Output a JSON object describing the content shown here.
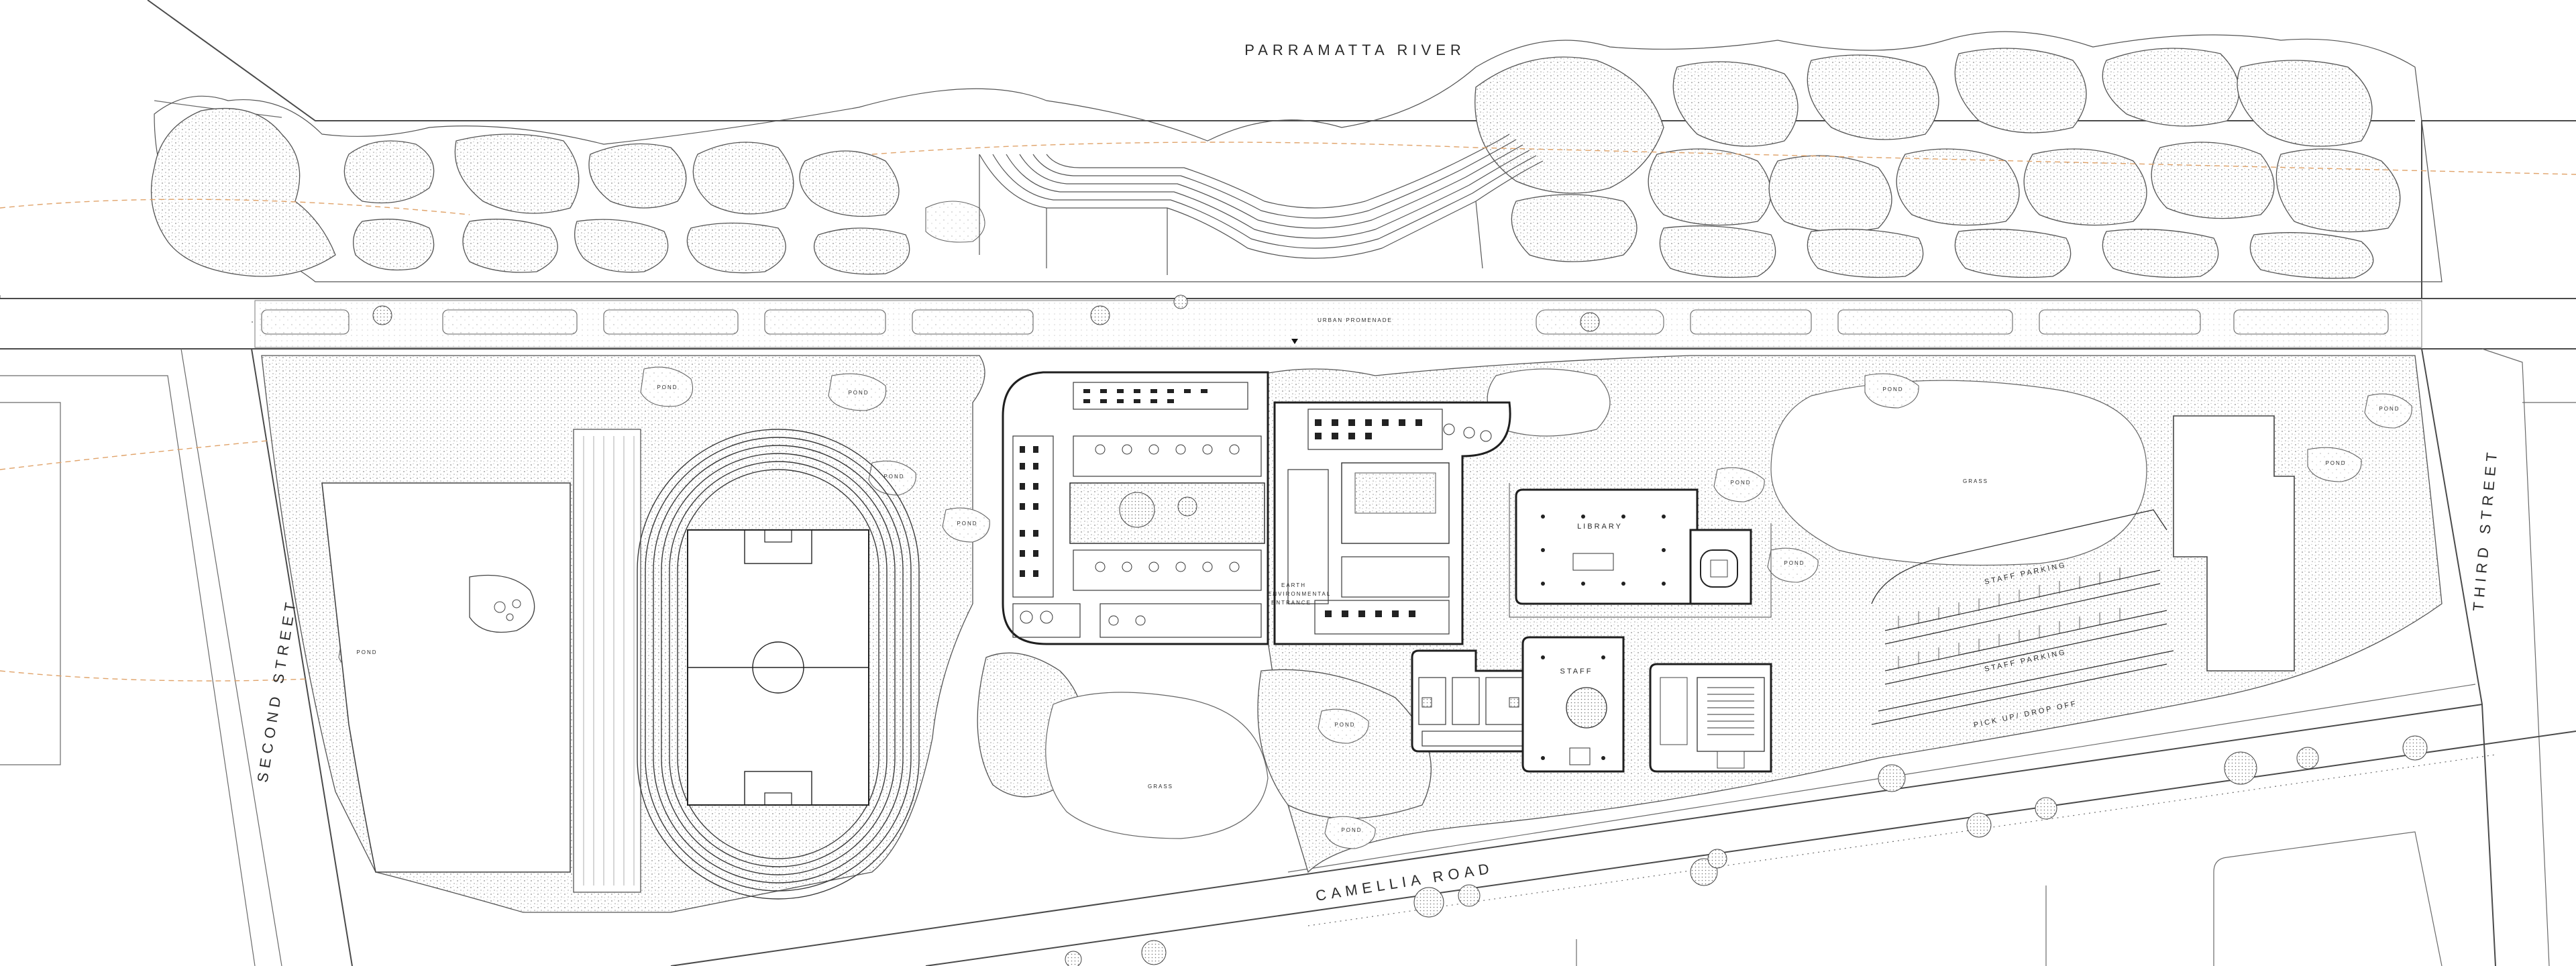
{
  "plan": {
    "labels": {
      "river": "PARRAMATTA RIVER",
      "promenade": "URBAN PROMENADE",
      "second_street": "SECOND STREET",
      "third_street": "THIRD STREET",
      "camellia_road": "CAMELLIA ROAD",
      "library": "LIBRARY",
      "staff_building": "STAFF",
      "earth_entrance_l1": "EARTH",
      "earth_entrance_l2": "ENVIRONMENTAL",
      "earth_entrance_l3": "ENTRANCE",
      "staff_parking_1": "STAFF PARKING",
      "staff_parking_2": "STAFF PARKING",
      "pickup_dropoff": "PICK UP/ DROP OFF",
      "grass_south": "GRASS",
      "grass_east": "GRASS",
      "pond_1": "POND",
      "pond_2": "POND",
      "pond_3": "POND",
      "pond_4": "POND",
      "pond_5": "POND",
      "pond_6": "POND",
      "pond_7": "POND",
      "pond_8": "POND",
      "pond_9": "POND",
      "pond_10": "POND",
      "pond_11": "POND",
      "pond_12": "POND"
    },
    "colors": {
      "linework": "#1f1f1f",
      "vegetation_stipple": "#9a9a9a",
      "cycle_path": "#e0a36a",
      "background": "#ffffff"
    }
  }
}
